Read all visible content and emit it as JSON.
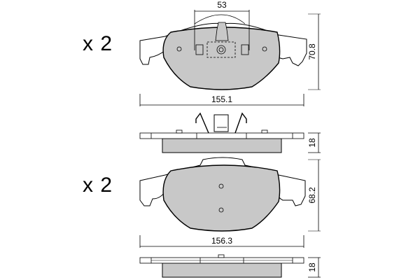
{
  "colors": {
    "pad_fill": "#c8c8c8",
    "line": "#000000",
    "dim_line": "#555555",
    "background": "#ffffff"
  },
  "pads": [
    {
      "quantity": "x 2",
      "dimensions": {
        "width": "155.1",
        "height": "70.8",
        "sensor_spacing": "53",
        "thickness": "18"
      }
    },
    {
      "quantity": "x 2",
      "dimensions": {
        "width": "156.3",
        "height": "68.2",
        "thickness": "18"
      }
    }
  ]
}
